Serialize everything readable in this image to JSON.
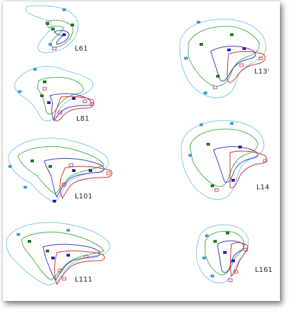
{
  "panels": [
    {
      "id": "L61",
      "label": "L61"
    },
    {
      "id": "L81",
      "label": "L81"
    },
    {
      "id": "L101",
      "label": "L101"
    },
    {
      "id": "L111",
      "label": "L111"
    },
    {
      "id": "L131",
      "label": "L13'"
    },
    {
      "id": "L141",
      "label": "L14"
    },
    {
      "id": "L161",
      "label": "L161"
    }
  ],
  "colors": {
    "outer_outline": "#7ec8e8",
    "middle_outline": "#4caf50",
    "inner_outline": "#3a3ad0",
    "red_outline": "#d03030",
    "marker_cyan": "#3aa0e0",
    "marker_green": "#1e7a1e",
    "marker_blue": "#2222cc",
    "marker_red": "#cc2222"
  }
}
